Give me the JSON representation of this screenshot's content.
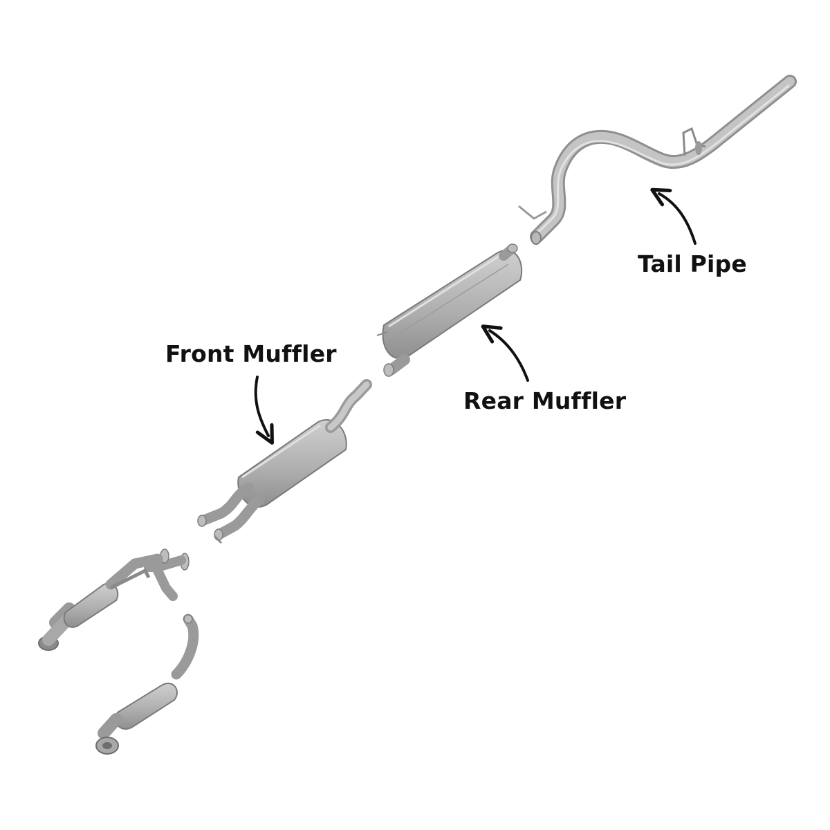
{
  "labels": {
    "front_muffler": "Front Muffler",
    "rear_muffler": "Rear Muffler",
    "tail_pipe": "Tail Pipe"
  },
  "colors": {
    "background": "#ffffff",
    "metal_light": "#c9c9c9",
    "metal_mid": "#a9a9a9",
    "metal_dark": "#7d7d7d",
    "label_text": "#111111",
    "arrow": "#111111"
  },
  "icons": {
    "front_arrow": "curved-arrow-down-icon",
    "rear_arrow": "curved-arrow-up-left-icon",
    "tail_arrow": "curved-arrow-up-left-icon"
  }
}
